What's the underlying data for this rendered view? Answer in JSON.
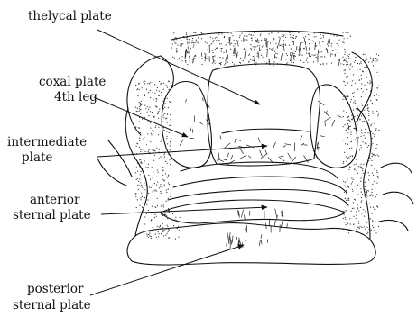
{
  "labels": {
    "thelycal": "thelycal plate",
    "coxal_line1": "coxal plate",
    "coxal_line2": "4th leg",
    "intermediate_line1": "intermediate",
    "intermediate_line2": "plate",
    "anterior_line1": "anterior",
    "anterior_line2": "sternal plate",
    "posterior_line1": "posterior",
    "posterior_line2": "sternal plate"
  }
}
